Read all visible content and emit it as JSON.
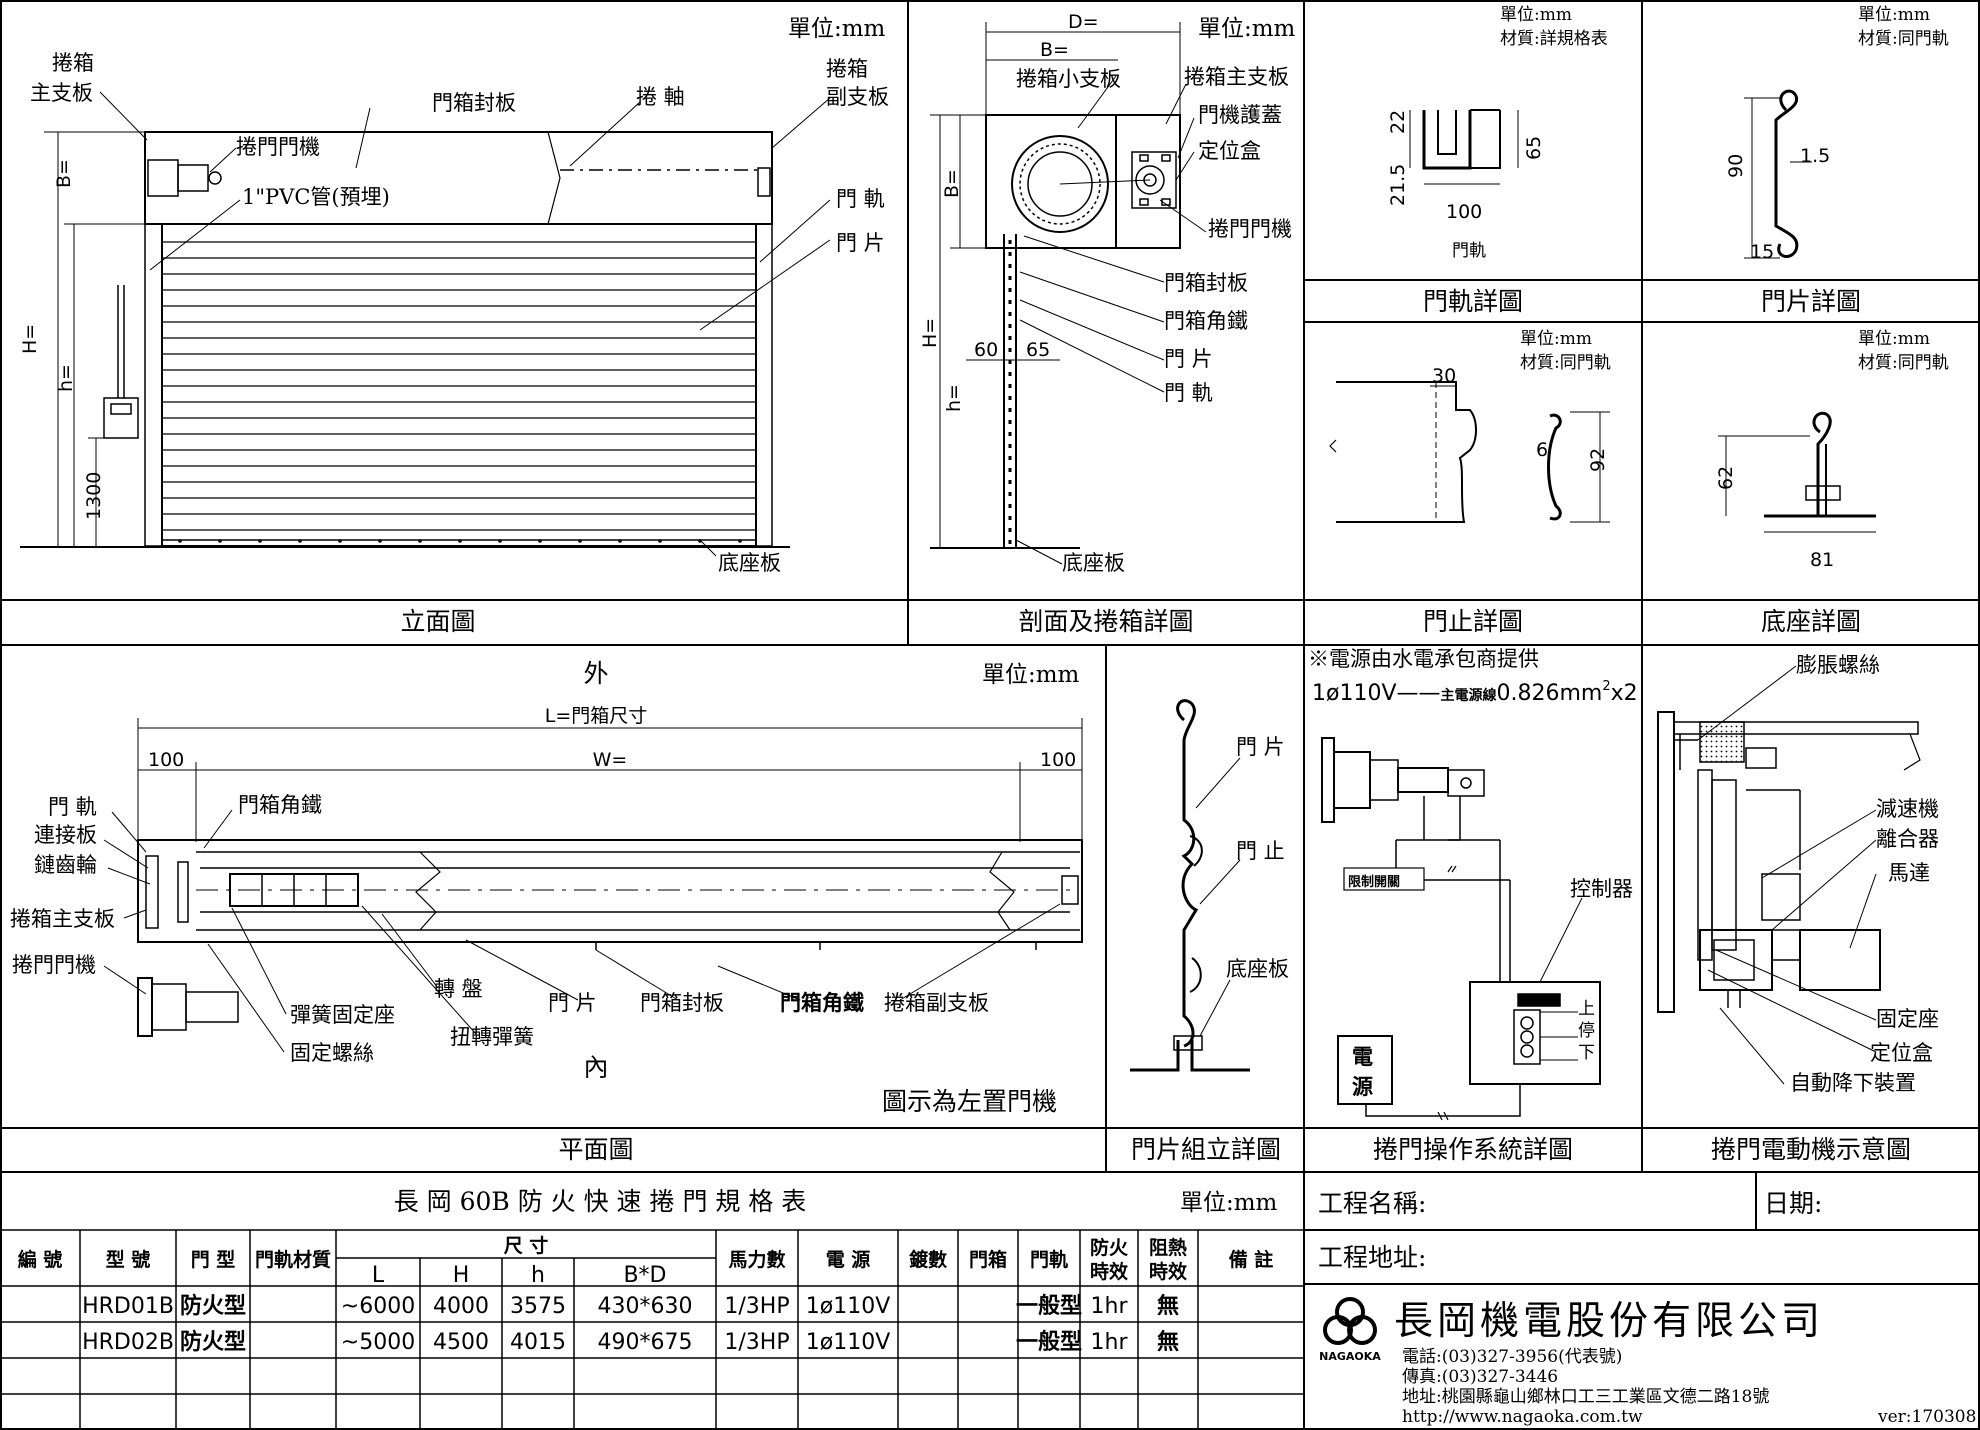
{
  "units": "單位:mm",
  "elevation": {
    "title": "立面圖",
    "unit": "單位:mm",
    "labels": {
      "main_plate_a": "捲箱",
      "main_plate_b": "主支板",
      "sub_plate_a": "捲箱",
      "sub_plate_b": "副支板",
      "box_cover": "門箱封板",
      "shaft": "捲 軸",
      "motor": "捲門門機",
      "pvc": "1\"PVC管(預埋)",
      "rail": "門 軌",
      "slat": "門 片",
      "base": "底座板"
    },
    "dims": {
      "B": "B=",
      "H": "H=",
      "h": "h=",
      "d1300": "1300"
    }
  },
  "section": {
    "title": "剖面及捲箱詳圖",
    "unit": "單位:mm",
    "labels": {
      "D": "D=",
      "B": "B=",
      "small_plate": "捲箱小支板",
      "main_plate": "捲箱主支板",
      "motor_cover": "門機護蓋",
      "limit_box": "定位盒",
      "motor": "捲門門機",
      "box_cover": "門箱封板",
      "angle": "門箱角鐵",
      "slat": "門 片",
      "rail": "門 軌",
      "base": "底座板",
      "B_v": "B=",
      "H_v": "H=",
      "h_v": "h=",
      "d60": "60",
      "d65": "65"
    }
  },
  "rail_detail": {
    "title": "門軌詳圖",
    "unit": "單位:mm",
    "material": "材質:詳規格表",
    "caption": "門軌",
    "dims": {
      "d22": "22",
      "d21_5": "21.5",
      "d65": "65",
      "d100": "100"
    }
  },
  "slat_detail": {
    "title": "門片詳圖",
    "unit": "單位:mm",
    "material": "材質:同門軌",
    "dims": {
      "d90": "90",
      "d1_5": "1.5",
      "d15": "15"
    }
  },
  "stop_detail": {
    "title": "門止詳圖",
    "unit": "單位:mm",
    "material": "材質:同門軌",
    "dims": {
      "d30": "30",
      "d6": "6",
      "d92": "92"
    }
  },
  "base_detail": {
    "title": "底座詳圖",
    "unit": "單位:mm",
    "material": "材質:同門軌",
    "dims": {
      "d62": "62",
      "d81": "81"
    }
  },
  "plan": {
    "title": "平面圖",
    "unit": "單位:mm",
    "outside": "外",
    "inside": "內",
    "L": "L=門箱尺寸",
    "W": "W=",
    "d100a": "100",
    "d100b": "100",
    "note": "圖示為左置門機",
    "labels": {
      "rail": "門 軌",
      "connector": "連接板",
      "sprocket": "鏈齒輪",
      "main_plate": "捲箱主支板",
      "motor": "捲門門機",
      "angle_top": "門箱角鐵",
      "spring_mount": "彈簧固定座",
      "screw": "固定螺絲",
      "turntable": "轉 盤",
      "torsion": "扭轉彈簧",
      "slat": "門 片",
      "box_cover": "門箱封板",
      "angle_bottom": "門箱角鐵",
      "sub_plate": "捲箱副支板"
    }
  },
  "assembly": {
    "title": "門片組立詳圖",
    "labels": {
      "slat": "門 片",
      "stop": "門 止",
      "base": "底座板"
    }
  },
  "operation": {
    "title": "捲門操作系統詳圖",
    "note": "※電源由水電承包商提供",
    "power_prefix": "1ø110V——",
    "power_main": "主電源線",
    "power_size": "0.826mm",
    "power_sup": "2",
    "power_suffix": "x2",
    "limit_switch": "限制開關",
    "controller": "控制器",
    "up": "上",
    "stop": "停",
    "down": "下",
    "power_a": "電",
    "power_b": "源"
  },
  "motor_diagram": {
    "title": "捲門電動機示意圖",
    "labels": {
      "anchor": "膨脹螺絲",
      "reducer": "減速機",
      "clutch": "離合器",
      "motor": "馬達",
      "mount": "固定座",
      "limit_box": "定位盒",
      "auto_drop": "自動降下裝置"
    }
  },
  "spec_table": {
    "title": "長 岡 60B 防 火 快 速 捲 門 規 格 表",
    "unit": "單位:mm",
    "headers": {
      "no": "編 號",
      "model": "型 號",
      "type": "門 型",
      "rail_material": "門軌材質",
      "size": "尺    寸",
      "L": "L",
      "H": "H",
      "h": "h",
      "BD": "B*D",
      "hp": "馬力數",
      "power": "電 源",
      "plating": "鍍數",
      "box": "門箱",
      "rail": "門軌",
      "fire_a": "防火",
      "fire_b": "時效",
      "heat_a": "阻熱",
      "heat_b": "時效",
      "remark": "備 註"
    },
    "rows": [
      {
        "no": "",
        "model": "HRD01B",
        "type": "防火型",
        "rail_material": "",
        "L": "~6000",
        "H": "4000",
        "h": "3575",
        "BD": "430*630",
        "hp": "1/3HP",
        "power": "1ø110V",
        "plating": "",
        "box": "",
        "rail": "一般型",
        "fire": "1hr",
        "heat": "無",
        "remark": ""
      },
      {
        "no": "",
        "model": "HRD02B",
        "type": "防火型",
        "rail_material": "",
        "L": "~5000",
        "H": "4500",
        "h": "4015",
        "BD": "490*675",
        "hp": "1/3HP",
        "power": "1ø110V",
        "plating": "",
        "box": "",
        "rail": "一般型",
        "fire": "1hr",
        "heat": "無",
        "remark": ""
      }
    ]
  },
  "project": {
    "name_label": "工程名稱:",
    "date_label": "日期:",
    "address_label": "工程地址:"
  },
  "company": {
    "name": "長岡機電股份有限公司",
    "brand": "NAGAOKA",
    "tel": "電話:(03)327-3956(代表號)",
    "fax": "傳真:(03)327-3446",
    "address": "地址:桃園縣龜山鄉林口工三工業區文德二路18號",
    "url": "http://www.nagaoka.com.tw",
    "version": "ver:170308"
  }
}
